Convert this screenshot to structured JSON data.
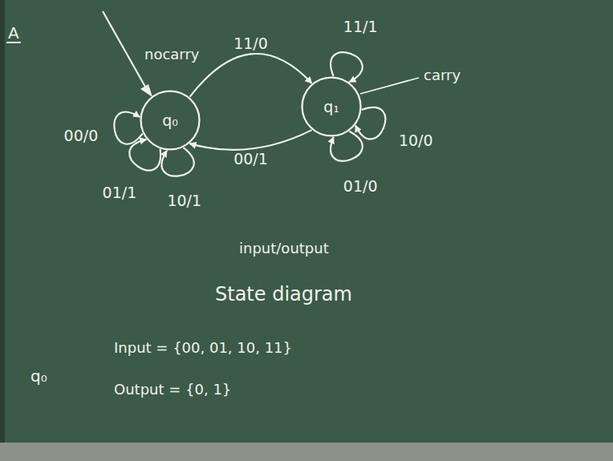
{
  "diagram": {
    "nodes": [
      {
        "text": [
          "q₀"
        ]
      },
      {
        "text": [
          "q₁"
        ]
      }
    ],
    "edges": [
      {
        "from": 0,
        "to": 1,
        "arrow": "to",
        "label": "11/0"
      },
      {
        "from": 1,
        "to": 0,
        "arrow": "to",
        "label": "00/1"
      },
      {
        "from": 0,
        "to": 0,
        "arrow": "to",
        "label": "00/0"
      },
      {
        "from": 0,
        "to": 0,
        "arrow": "to",
        "label": "01/1"
      },
      {
        "from": 0,
        "to": 0,
        "arrow": "to",
        "label": "10/1"
      },
      {
        "from": 1,
        "to": 1,
        "arrow": "to",
        "label": "11/1"
      },
      {
        "from": 1,
        "to": 1,
        "arrow": "to",
        "label": "10/0"
      },
      {
        "from": 1,
        "to": 1,
        "arrow": "to",
        "label": "01/0"
      }
    ],
    "labels": [
      "A",
      "nocarry",
      "carry",
      "input/output",
      "State diagram",
      "Input = {00, 01, 10, 11}",
      "Output = {0, 1}",
      "q₀"
    ]
  }
}
